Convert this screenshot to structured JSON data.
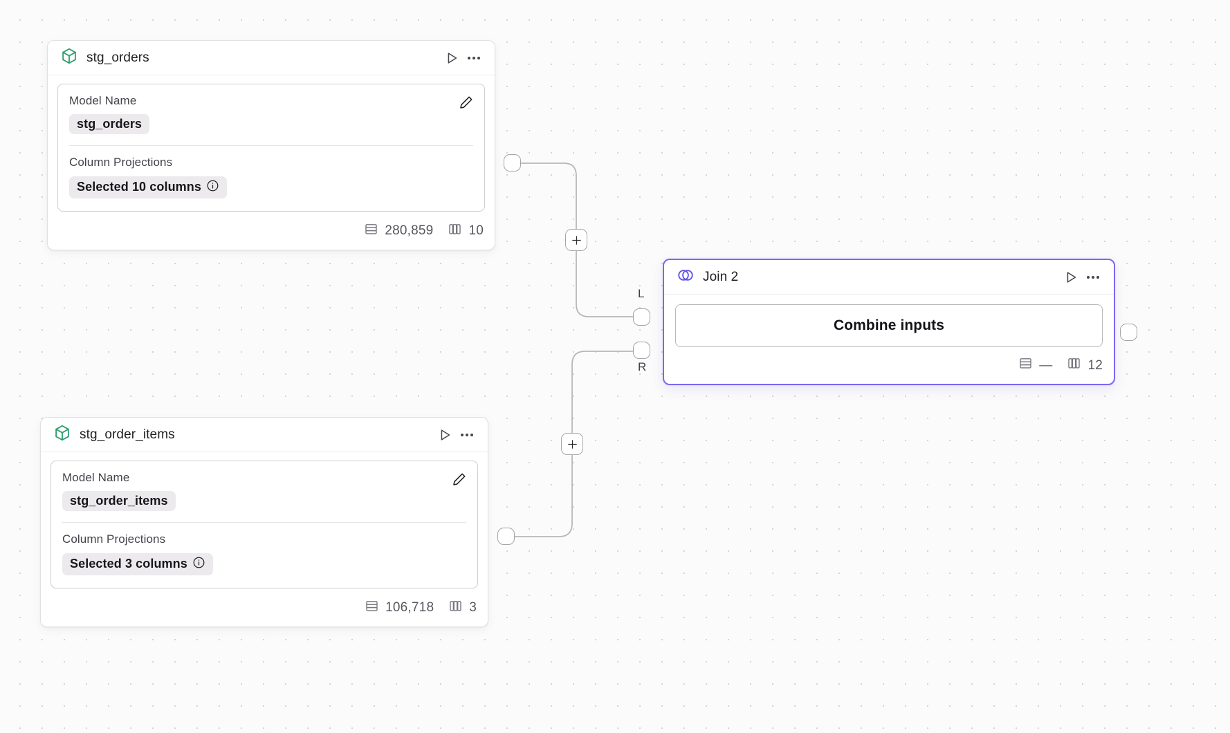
{
  "canvas": {
    "grid": "dot-grid",
    "background_color": "#fbfbfb",
    "dot_color": "#d6d3d6"
  },
  "nodes": [
    {
      "id": "stg_orders",
      "type": "model",
      "icon": "cube-icon",
      "icon_color": "#2f9e6e",
      "title": "stg_orders",
      "run_label": "Run",
      "menu_label": "More options",
      "fields": [
        {
          "label": "Model Name",
          "value": "stg_orders",
          "has_info": false
        },
        {
          "label": "Column Projections",
          "value": "Selected 10 columns",
          "has_info": true
        }
      ],
      "footer": {
        "rows_icon": "rows-icon",
        "rows": "280,859",
        "cols_icon": "columns-icon",
        "cols": "10"
      },
      "selected": false
    },
    {
      "id": "stg_order_items",
      "type": "model",
      "icon": "cube-icon",
      "icon_color": "#2f9e6e",
      "title": "stg_order_items",
      "run_label": "Run",
      "menu_label": "More options",
      "fields": [
        {
          "label": "Model Name",
          "value": "stg_order_items",
          "has_info": false
        },
        {
          "label": "Column Projections",
          "value": "Selected 3 columns",
          "has_info": true
        }
      ],
      "footer": {
        "rows_icon": "rows-icon",
        "rows": "106,718",
        "cols_icon": "columns-icon",
        "cols": "3"
      },
      "selected": false
    },
    {
      "id": "join_2",
      "type": "join",
      "icon": "join-venn-icon",
      "icon_color": "#6050e8",
      "title": "Join 2",
      "run_label": "Run",
      "menu_label": "More options",
      "action_label": "Combine inputs",
      "input_ports": [
        {
          "key": "L",
          "label": "L"
        },
        {
          "key": "R",
          "label": "R"
        }
      ],
      "footer": {
        "rows_icon": "rows-icon",
        "rows": "—",
        "cols_icon": "columns-icon",
        "cols": "12"
      },
      "selected": true,
      "accent_color": "#7b68f0"
    }
  ],
  "edges": [
    {
      "from": "stg_orders",
      "to": "join_2.L",
      "plus_label": "+"
    },
    {
      "from": "stg_order_items",
      "to": "join_2.R",
      "plus_label": "+"
    }
  ],
  "labels": {
    "plus": "+"
  }
}
